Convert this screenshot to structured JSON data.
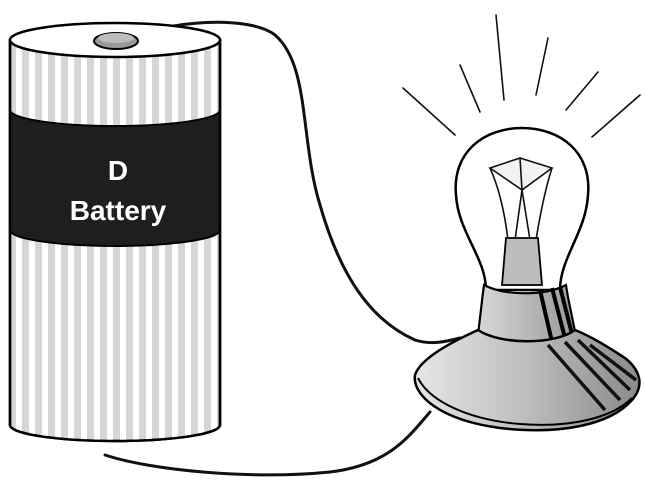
{
  "battery": {
    "label_line1": "D",
    "label_line2": "Battery",
    "colors": {
      "body": "#d6d6d6",
      "stripe": "#ffffff",
      "band": "#1e1e1e",
      "outline": "#000000"
    }
  },
  "bulb": {
    "glow_rays": 6,
    "colors": {
      "glass": "#ffffff",
      "base": "#cfcfcf",
      "outline": "#000000"
    }
  },
  "wires": {
    "color": "#111111"
  }
}
